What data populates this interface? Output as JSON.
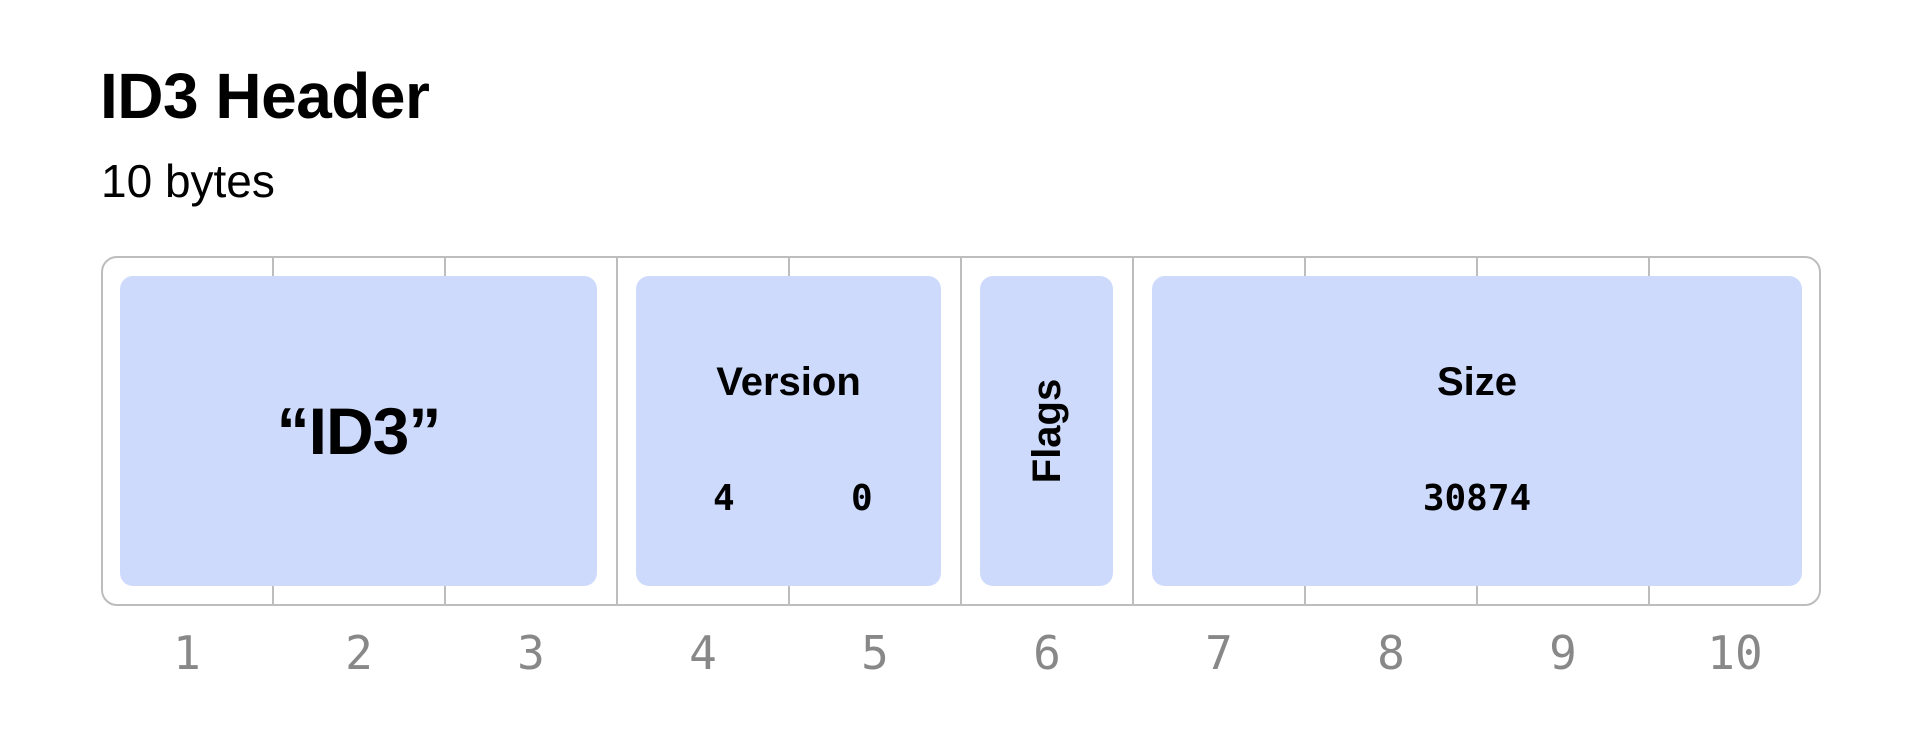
{
  "header": {
    "title": "ID3 Header",
    "subtitle": "10 bytes"
  },
  "layout": {
    "total_bytes": 10,
    "fill_color": "#cddafc",
    "border_color": "#bdbdbd",
    "byte_label_color": "#888888"
  },
  "fields": {
    "magic": {
      "label": "“ID3”",
      "bytes": [
        1,
        3
      ]
    },
    "version": {
      "label": "Version",
      "bytes": [
        4,
        5
      ],
      "major": "4",
      "minor": "0"
    },
    "flags": {
      "label": "Flags",
      "bytes": [
        6,
        6
      ]
    },
    "size": {
      "label": "Size",
      "bytes": [
        7,
        10
      ],
      "value": "30874"
    }
  },
  "byte_numbers": [
    "1",
    "2",
    "3",
    "4",
    "5",
    "6",
    "7",
    "8",
    "9",
    "10"
  ]
}
